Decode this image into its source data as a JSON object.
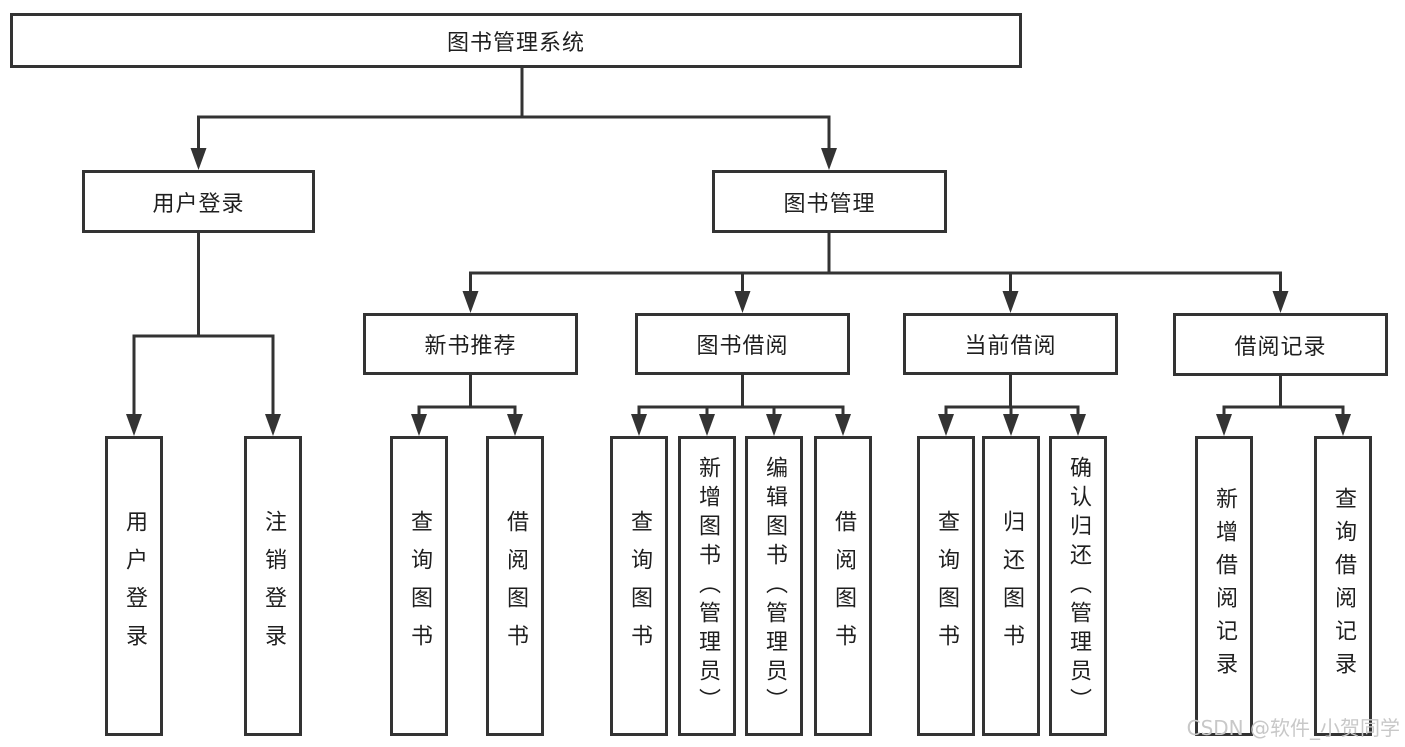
{
  "diagram": {
    "title": "图书管理系统",
    "level2": {
      "user_login": "用户登录",
      "book_manage": "图书管理"
    },
    "level3": {
      "new_book": "新书推荐",
      "book_borrow": "图书借阅",
      "current_borrow": "当前借阅",
      "borrow_record": "借阅记录"
    },
    "leaves": {
      "user_login": [
        "用户登录",
        "注销登录"
      ],
      "new_book": [
        "查询图书",
        "借阅图书"
      ],
      "book_borrow": [
        "查询图书",
        "新增图书（管理员）",
        "编辑图书（管理员）",
        "借阅图书"
      ],
      "current_borrow": [
        "查询图书",
        "归还图书",
        "确认归还（管理员）"
      ],
      "borrow_record": [
        "新增借阅记录",
        "查询借阅记录"
      ]
    },
    "colors": {
      "line": "#333333",
      "box_border": "#333333",
      "box_fill": "#ffffff",
      "text": "#1f1f1f",
      "background": "#ffffff",
      "watermark": "#c8c8c8"
    }
  },
  "watermark": "CSDN @软件_小贺同学"
}
